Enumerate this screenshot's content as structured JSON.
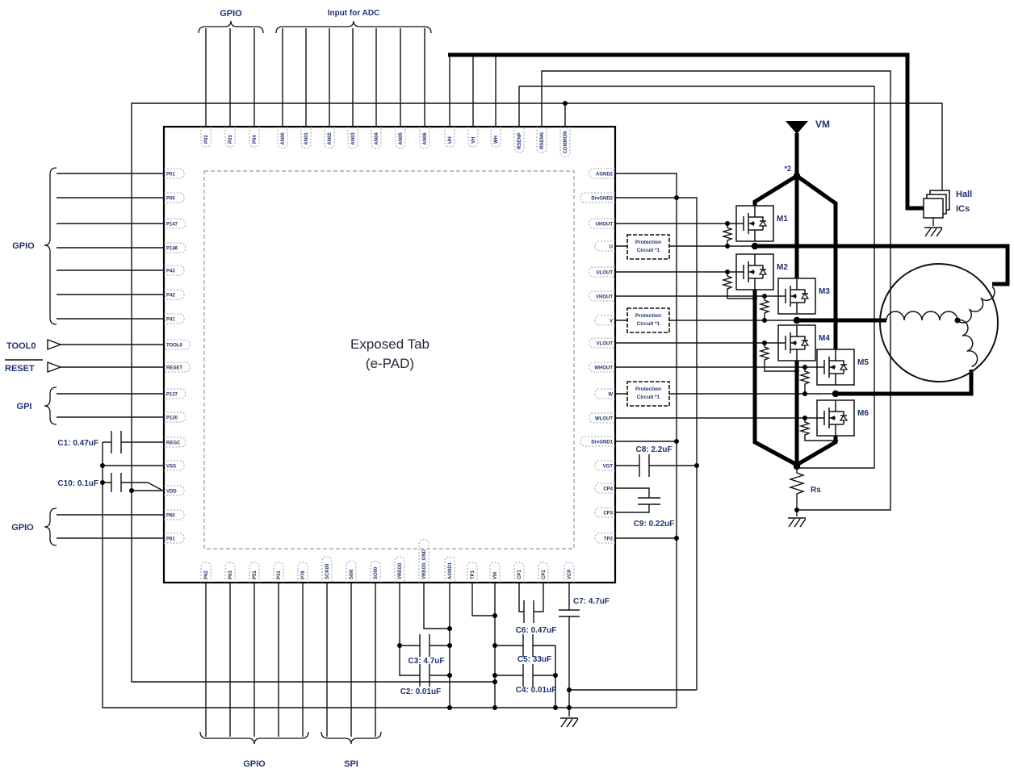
{
  "chip": {
    "center_line1": "Exposed Tab",
    "center_line2": "(e-PAD)"
  },
  "pins": {
    "top": [
      "P02",
      "P03",
      "P04",
      "AN00",
      "AN01",
      "AN02",
      "AN03",
      "AN04",
      "AN05",
      "AN06",
      "UH",
      "VH",
      "WH",
      "RSENP",
      "RSENN",
      "COMMON"
    ],
    "left": [
      "P01",
      "P00",
      "P147",
      "P146",
      "P43",
      "P42",
      "P41",
      "TOOL0",
      "RESET",
      "P137",
      "P120",
      "REGC",
      "VSS",
      "VDD",
      "P60",
      "P61"
    ],
    "right": [
      "AGND2",
      "DrvGND2",
      "UHOUT",
      "U",
      "ULOUT",
      "VHOUT",
      "V",
      "VLOUT",
      "WHOUT",
      "W",
      "WLOUT",
      "DrvGND1",
      "VGT",
      "CP4",
      "CP3",
      "TP2"
    ],
    "bottom": [
      "P62",
      "P63",
      "P51",
      "P31",
      "P76",
      "SCK00",
      "SI00",
      "SO00",
      "VREG0",
      "VREG0_GND",
      "AGND1",
      "TP1",
      "VM",
      "CP1",
      "CP2",
      "VCP"
    ]
  },
  "brackets": {
    "top_gpio": "GPIO",
    "adc": "Input for ADC",
    "left_gpio_upper": "GPIO",
    "left_gpi": "GPI",
    "left_gpio_lower": "GPIO",
    "bottom_gpio": "GPIO",
    "bottom_spi": "SPI"
  },
  "external": {
    "tool0": "TOOL0",
    "reset": "RESET"
  },
  "capacitors": {
    "c1": "C1: 0.47uF",
    "c10": "C10: 0.1uF",
    "c2": "C2: 0.01uF",
    "c3": "C3: 4.7uF",
    "c4": "C4: 0.01uF",
    "c5": "C5: 33uF",
    "c6": "C6: 0.47uF",
    "c7": "C7: 4.7uF",
    "c8": "C8: 2.2uF",
    "c9": "C9: 0.22uF"
  },
  "power": {
    "vm": "VM",
    "rs": "Rs",
    "note2": "*2"
  },
  "mosfets": [
    "M1",
    "M2",
    "M3",
    "M4",
    "M5",
    "M6"
  ],
  "hall": {
    "line1": "Hall",
    "line2": "ICs"
  },
  "protection": {
    "line1": "Protection",
    "line2": "Circuit *1"
  },
  "colors": {
    "label": "#203070",
    "wire": "#111111",
    "thick_bus": "#000000"
  }
}
